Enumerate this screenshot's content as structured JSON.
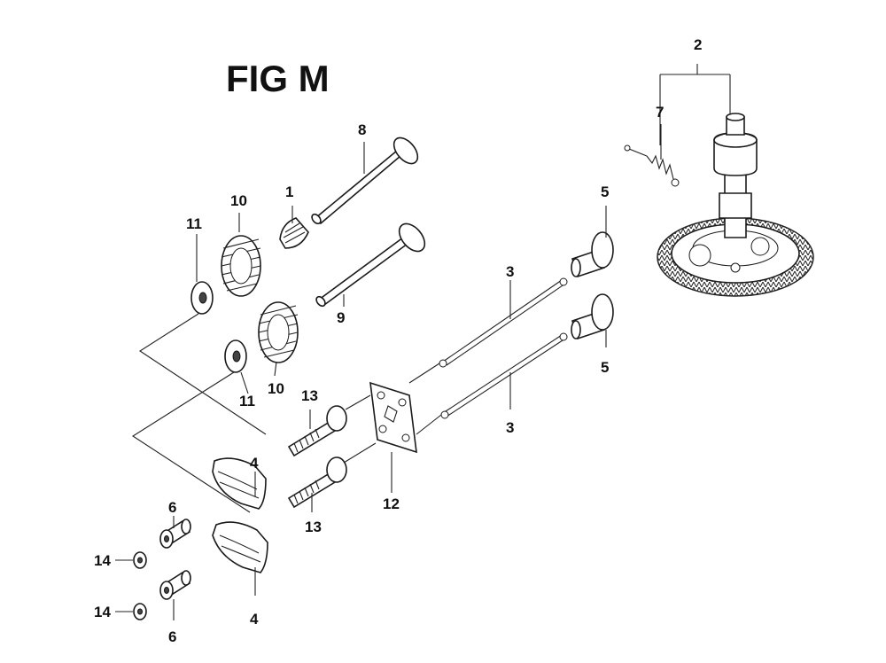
{
  "figure": {
    "title": "FIG M"
  },
  "callouts": {
    "c1": "1",
    "c2": "2",
    "c3a": "3",
    "c3b": "3",
    "c4a": "4",
    "c4b": "4",
    "c5a": "5",
    "c5b": "5",
    "c6a": "6",
    "c6b": "6",
    "c7": "7",
    "c8": "8",
    "c9": "9",
    "c10a": "10",
    "c10b": "10",
    "c11a": "11",
    "c11b": "11",
    "c12": "12",
    "c13a": "13",
    "c13b": "13",
    "c14a": "14",
    "c14b": "14"
  }
}
